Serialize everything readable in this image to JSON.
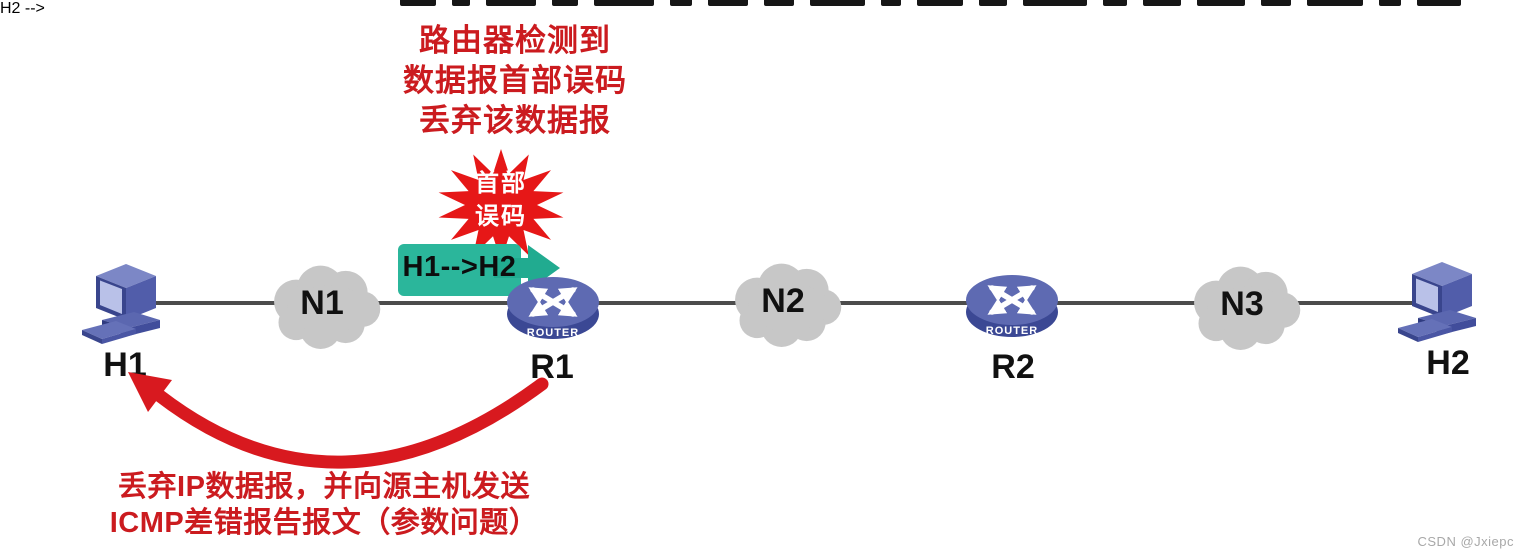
{
  "annotation_top": {
    "lines": [
      "路由器检测到",
      "数据报首部误码",
      "丢弃该数据报"
    ]
  },
  "burst": {
    "lines": [
      "首部",
      "误码"
    ]
  },
  "packet": {
    "label": "H1-->H2"
  },
  "nodes": {
    "h1": {
      "label": "H1",
      "type": "host"
    },
    "n1": {
      "label": "N1",
      "type": "network"
    },
    "r1": {
      "label": "R1",
      "type": "router"
    },
    "n2": {
      "label": "N2",
      "type": "network"
    },
    "r2": {
      "label": "R2",
      "type": "router"
    },
    "n3": {
      "label": "N3",
      "type": "network"
    },
    "h2": {
      "label": "H2",
      "type": "host"
    }
  },
  "router_badge": "ROUTER",
  "annotation_bottom": {
    "lines": [
      "丢弃IP数据报，并向源主机发送",
      "ICMP差错报告报文（参数问题）"
    ]
  },
  "watermark": "CSDN @Jxiepc",
  "colors": {
    "annotation_red": "#cb1b1f",
    "burst_red": "#e61717",
    "packet_teal": "#2bb69b",
    "arrow_red": "#d8191f",
    "cloud_gray": "#c7c7c7",
    "link_gray": "#4c4c4c",
    "device_blue": "#414d9b"
  }
}
